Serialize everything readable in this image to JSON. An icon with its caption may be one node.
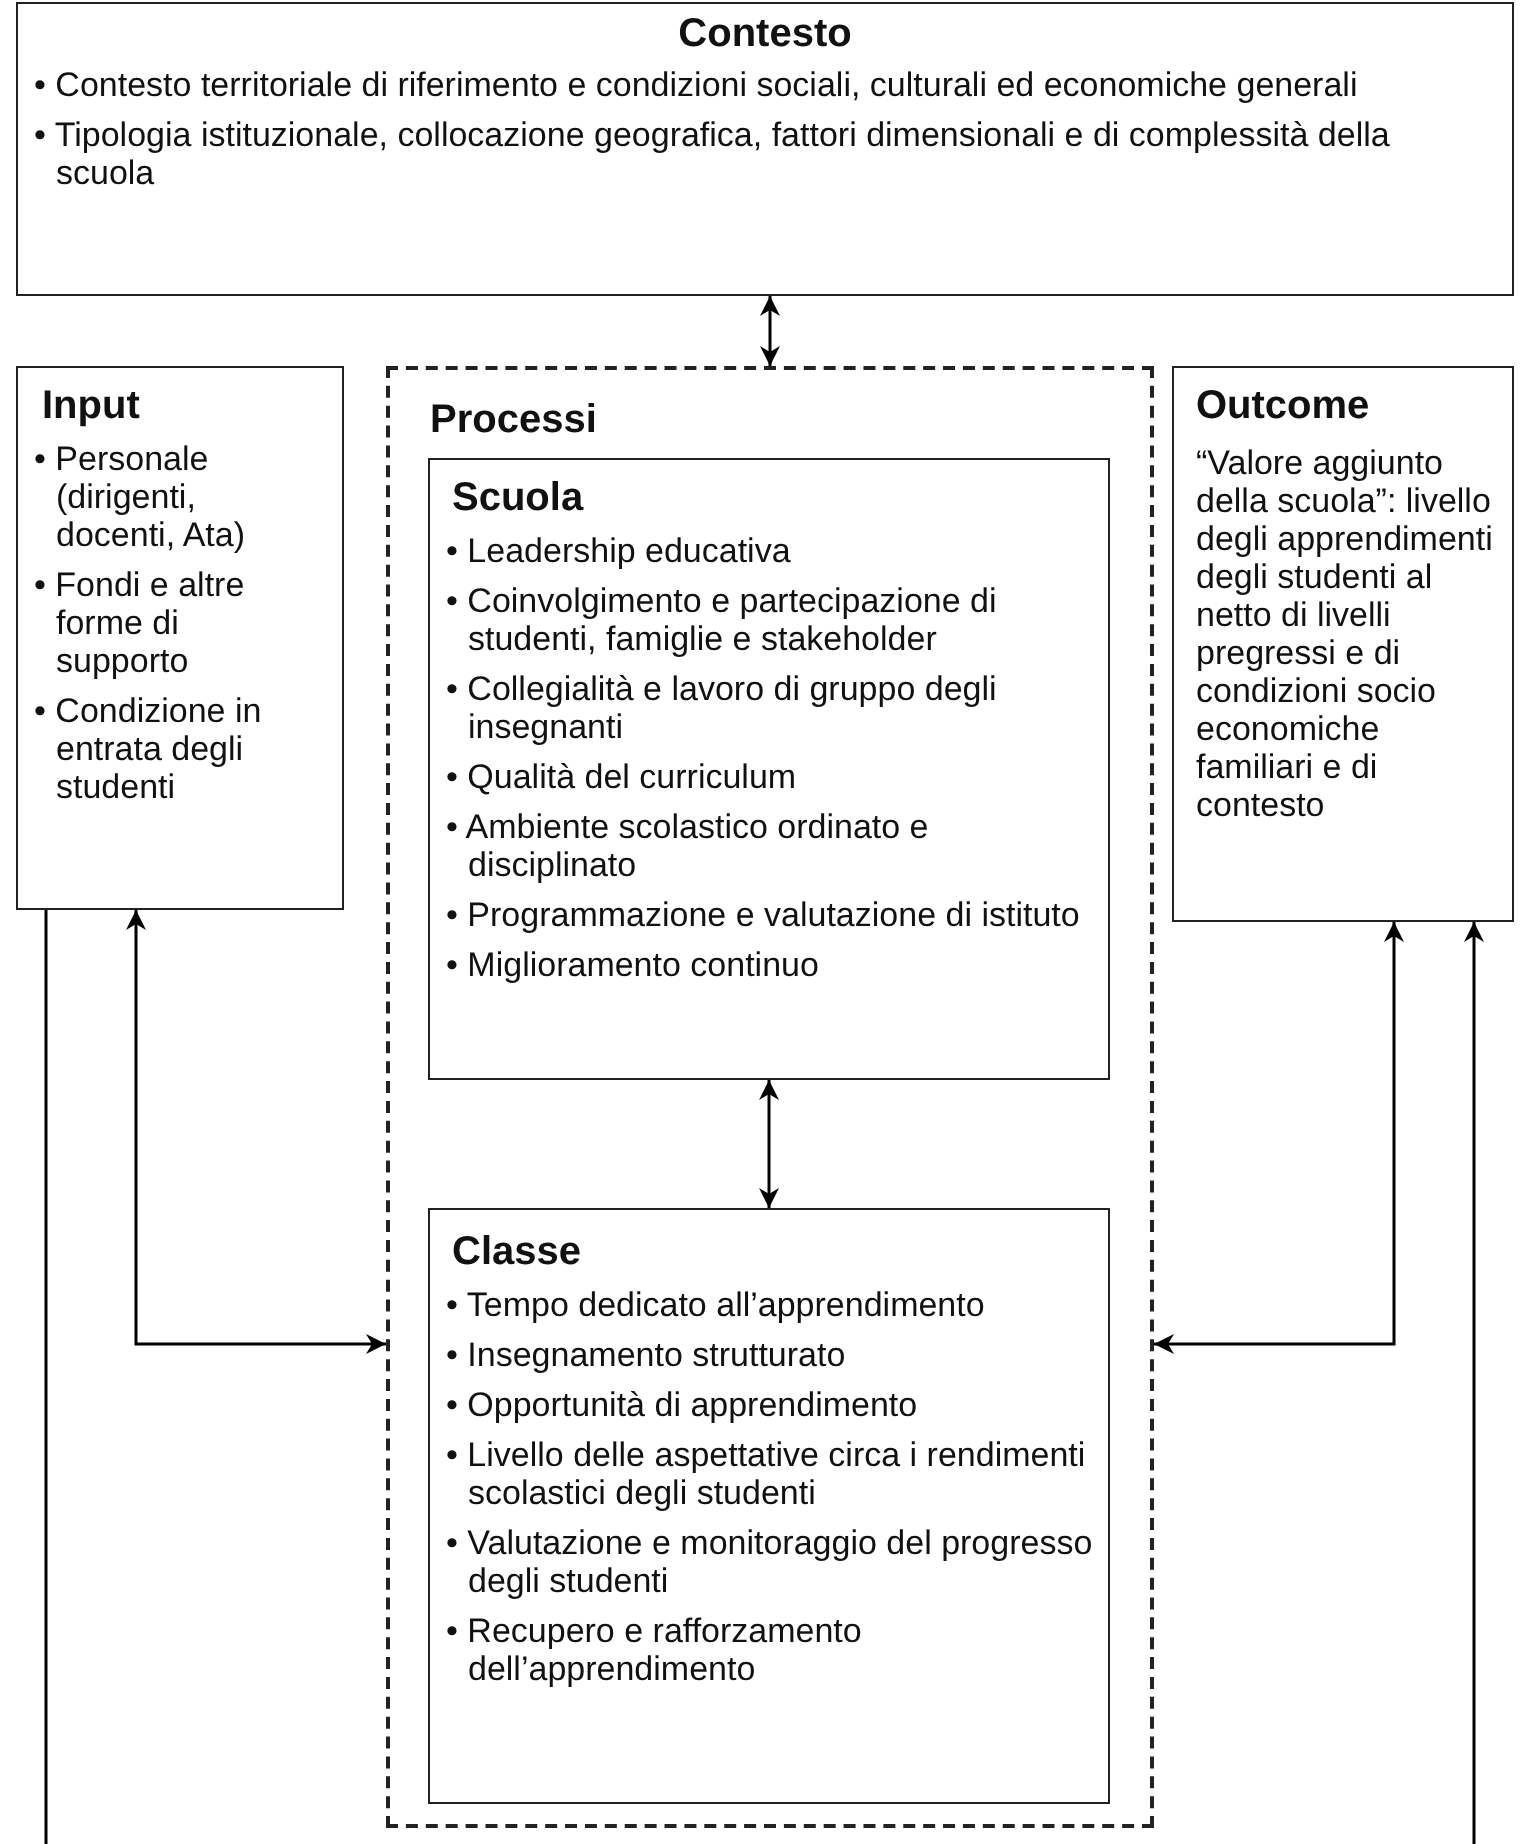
{
  "diagram": {
    "nodes": [
      {
        "text": [
          "Contesto",
          "• Contesto territoriale di riferimento e condizioni sociali, culturali ed economiche generali",
          "• Tipologia istituzionale, collocazione geografica, fattori dimensionali e di complessità della scuola"
        ]
      },
      {
        "text": [
          "Input",
          "• Personale (dirigenti, docenti, Ata)",
          "• Fondi e altre forme di supporto",
          "• Condizione in entrata degli studenti"
        ]
      },
      {
        "text": [
          "Processi"
        ]
      },
      {
        "text": [
          "Scuola",
          "• Leadership educativa",
          "• Coinvolgimento e partecipazione di studenti, famiglie e stakeholder",
          "• Collegialità e lavoro di gruppo degli insegnanti",
          "• Qualità del curriculum",
          "• Ambiente scolastico ordinato e disciplinato",
          "• Programmazione e valutazione di istituto",
          "• Miglioramento continuo"
        ],
        "in": 2
      },
      {
        "text": [
          "Classe",
          "• Tempo dedicato all’apprendimento",
          "• Insegnamento strutturato",
          "• Opportunità di apprendimento",
          "• Livello delle aspettative circa i rendimenti scolastici degli studenti",
          "• Valutazione e monitoraggio del progresso degli studenti",
          "• Recupero e rafforzamento dell’apprendimento"
        ],
        "in": 2
      },
      {
        "text": [
          "Outcome",
          "“Valore aggiunto della scuola”: livello degli apprendimenti degli studenti al netto di livelli pregressi e di condizioni socio economiche familiari e di contesto"
        ]
      }
    ],
    "edges": [
      {
        "from": 0,
        "to": 2,
        "arrow": "both"
      },
      {
        "from": 1,
        "to": 2,
        "arrow": "both"
      },
      {
        "from": 2,
        "to": 5,
        "arrow": "both"
      },
      {
        "from": 3,
        "to": 4,
        "arrow": "both"
      },
      {
        "from": 1,
        "to": null,
        "arrow": "none"
      },
      {
        "from": null,
        "to": 5,
        "arrow": "to"
      }
    ]
  }
}
